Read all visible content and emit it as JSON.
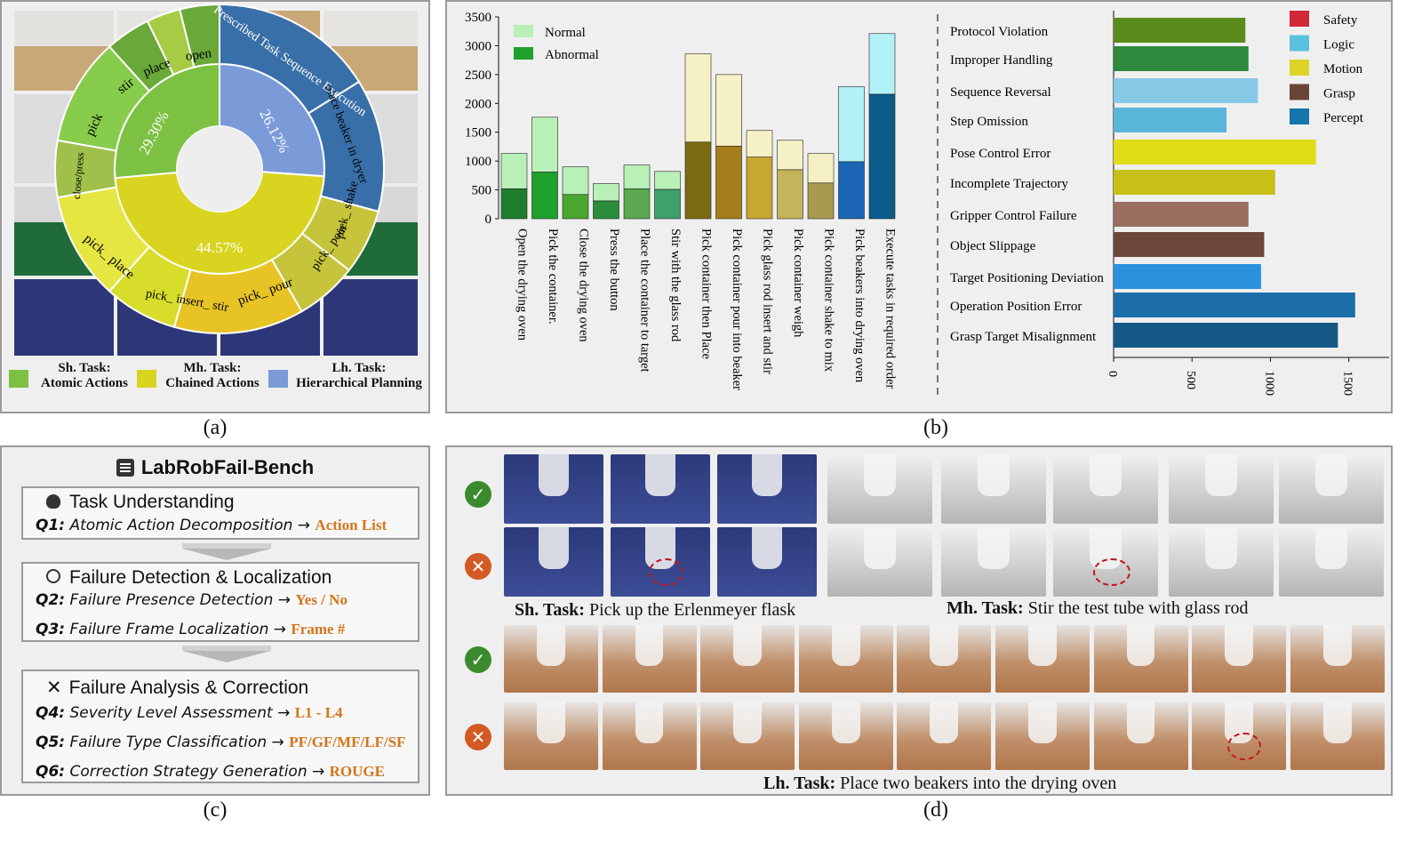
{
  "labels": {
    "a": "(a)",
    "b": "(b)",
    "c": "(c)",
    "d": "(d)"
  },
  "panel_a": {
    "inner_pcts": {
      "sh": "29.30%",
      "mh": "44.57%",
      "lh": "26.12%"
    },
    "outer_labels": {
      "open": "open",
      "place": "place",
      "stir": "stir",
      "pick": "pick",
      "close": "close/press",
      "pick_place": "pick_ place",
      "pick_insert_stir": "pick_ insert_ stir",
      "pick_pour_big": "pick_ pour",
      "pick_pour_small": "pick_ pour",
      "pick_shake": "pick_ shake",
      "place_beaker": "place beaker in dryer",
      "prescribed": "Prescribed Task Sequence Execution"
    },
    "legend": [
      {
        "title": "Sh. Task:",
        "sub": "Atomic Actions",
        "color": "#7dc142"
      },
      {
        "title": "Mh. Task:",
        "sub": "Chained Actions",
        "color": "#d9d41f"
      },
      {
        "title": "Lh. Task:",
        "sub": "Hierarchical Planning",
        "color": "#7a9bd8"
      }
    ]
  },
  "chart_data": [
    {
      "type": "bar",
      "categories": [
        "Open the drying oven",
        "Pick the container.",
        "Close the drying oven",
        "Press the button",
        "Place the container to target",
        "Stir with the glass rod",
        "Pick container then Place",
        "Pick container pour into beaker",
        "Pick glass rod insert and stir",
        "Pick container weigh",
        "Pick container shake to mix",
        "Pick beakers  into drying oven",
        "Execute tasks in required order"
      ],
      "series": [
        {
          "name": "Normal",
          "values": [
            610,
            950,
            480,
            300,
            410,
            310,
            1530,
            1240,
            460,
            510,
            510,
            1300,
            1050
          ]
        },
        {
          "name": "Abnormal",
          "values": [
            520,
            810,
            420,
            310,
            520,
            510,
            1330,
            1260,
            1070,
            850,
            620,
            990,
            2160
          ]
        }
      ],
      "stacked": true,
      "yticks": [
        0,
        500,
        1000,
        1500,
        2000,
        2500,
        3000,
        3500
      ],
      "ylim": [
        0,
        3500
      ],
      "legend_position": "top-left",
      "normal_colors": [
        "#b8f0b8",
        "#b8f0b8",
        "#b8f0b8",
        "#b8f0b8",
        "#b8f0b8",
        "#b8f0b8",
        "#f6f1c4",
        "#f6f1c4",
        "#f6f1c4",
        "#f6f1c4",
        "#f6f1c4",
        "#b2f2f7",
        "#b2f2f7"
      ],
      "abnormal_colors": [
        "#1e7d2c",
        "#1ea12c",
        "#4aa62e",
        "#2a8e3a",
        "#5aa850",
        "#3fa06a",
        "#7a6a10",
        "#a67d1c",
        "#c8a632",
        "#c4b45a",
        "#a89a50",
        "#1a66b4",
        "#0b5c8a"
      ]
    },
    {
      "type": "bar",
      "orientation": "horizontal",
      "categories": [
        "Protocol Violation",
        "Improper Handling",
        "Sequence Reversal",
        "Step Omission",
        "Pose Control Error",
        "Incomplete Trajectory",
        "Gripper Control Failure",
        "Object Slippage",
        "Target Positioning Deviation",
        "Operation Position Error",
        "Grasp Target Misalignment"
      ],
      "values": [
        840,
        860,
        920,
        720,
        1290,
        1030,
        860,
        960,
        940,
        1540,
        1430
      ],
      "colors": [
        "#5a8c1c",
        "#2e8a3c",
        "#87c9e6",
        "#5ab6d8",
        "#e0dc18",
        "#c6c018",
        "#9a6e60",
        "#6e463c",
        "#2a92dc",
        "#1b6ea8",
        "#155a86"
      ],
      "xticks": [
        0,
        500,
        1000,
        1500
      ],
      "xlim": [
        0,
        1700
      ],
      "legend": [
        {
          "name": "Safety",
          "color": "#d12838"
        },
        {
          "name": "Logic",
          "color": "#5bc0de"
        },
        {
          "name": "Motion",
          "color": "#dcd425"
        },
        {
          "name": "Grasp",
          "color": "#6b4438"
        },
        {
          "name": "Percept",
          "color": "#1476aa"
        }
      ],
      "legend_position": "top-right"
    }
  ],
  "panel_c": {
    "title": "LabRobFail-Bench",
    "sections": [
      {
        "header": "Task Understanding",
        "icon": "brain-icon",
        "qs": [
          {
            "id": "Q1:",
            "text": "Atomic Action Decomposition → ",
            "ans": "Action List"
          }
        ]
      },
      {
        "header": "Failure Detection & Localization",
        "icon": "search-icon",
        "qs": [
          {
            "id": "Q2:",
            "text": "Failure Presence Detection → ",
            "ans": "Yes /  No"
          },
          {
            "id": "Q3:",
            "text": "Failure Frame Localization → ",
            "ans": "Frame #"
          }
        ]
      },
      {
        "header": "Failure Analysis & Correction",
        "icon": "tools-icon",
        "qs": [
          {
            "id": "Q4:",
            "text": "Severity Level Assessment → ",
            "ans": "L1 - L4"
          },
          {
            "id": "Q5:",
            "text": "Failure Type Classification → ",
            "ans": "PF/GF/MF/LF/SF"
          },
          {
            "id": "Q6:",
            "text": "Correction Strategy Generation → ",
            "ans": "ROUGE"
          }
        ]
      }
    ]
  },
  "panel_d": {
    "sh_caption": {
      "bold": "Sh. Task:",
      "text": " Pick up the Erlenmeyer flask"
    },
    "mh_caption": {
      "bold": "Mh. Task:",
      "text": " Stir the test tube with glass rod"
    },
    "lh_caption": {
      "bold": "Lh. Task:",
      "text": " Place two beakers into the drying oven"
    },
    "success_symbol": "✓",
    "failure_symbol": "✕"
  }
}
